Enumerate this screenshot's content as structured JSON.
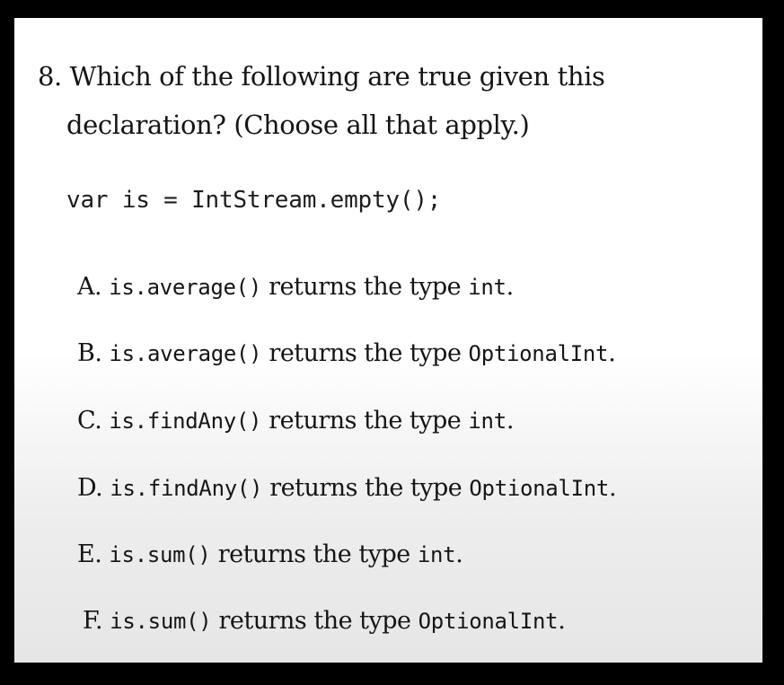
{
  "question": {
    "line1": "8. Which of the following are true given this",
    "line2": "declaration? (Choose all that apply.)"
  },
  "declaration": "var is = IntStream.empty();",
  "options": [
    {
      "label": "A.",
      "call": "is.average()",
      "text": "returns the type",
      "type": "int",
      "end": "."
    },
    {
      "label": "B.",
      "call": "is.average()",
      "text": "returns the type",
      "type": "OptionalInt",
      "end": "."
    },
    {
      "label": "C.",
      "call": "is.findAny()",
      "text": "returns the type",
      "type": "int",
      "end": "."
    },
    {
      "label": "D.",
      "call": "is.findAny()",
      "text": "returns the type",
      "type": "OptionalInt",
      "end": "."
    },
    {
      "label": "E.",
      "call": "is.sum()",
      "text": "returns the type",
      "type": "int",
      "end": "."
    },
    {
      "label": "F.",
      "call": "is.sum()",
      "text": "returns the type",
      "type": "OptionalInt",
      "end": "."
    }
  ]
}
